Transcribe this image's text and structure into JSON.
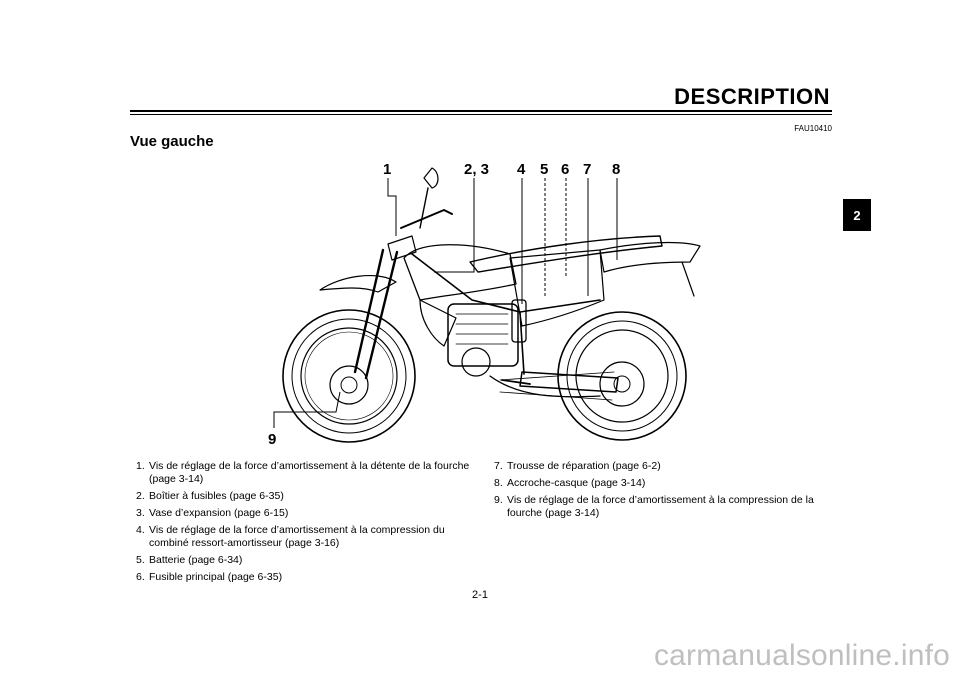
{
  "header": {
    "title": "DESCRIPTION"
  },
  "chapter_tab": "2",
  "ref_code": "FAU10410",
  "section_title": "Vue gauche",
  "callouts": {
    "c1": "1",
    "c23": "2, 3",
    "c4": "4",
    "c5": "5",
    "c6": "6",
    "c7": "7",
    "c8": "8",
    "c9": "9"
  },
  "legend_left": [
    {
      "num": "1.",
      "text": "Vis de réglage de la force d’amortissement à la détente de la fourche (page 3-14)"
    },
    {
      "num": "2.",
      "text": "Boîtier à fusibles (page 6-35)"
    },
    {
      "num": "3.",
      "text": "Vase d’expansion (page 6-15)"
    },
    {
      "num": "4.",
      "text": "Vis de réglage de la force d’amortissement à la compression du combiné ressort-amortisseur (page 3-16)"
    },
    {
      "num": "5.",
      "text": "Batterie (page 6-34)"
    },
    {
      "num": "6.",
      "text": "Fusible principal (page 6-35)"
    }
  ],
  "legend_right": [
    {
      "num": "7.",
      "text": "Trousse de réparation (page 6-2)"
    },
    {
      "num": "8.",
      "text": "Accroche-casque (page 3-14)"
    },
    {
      "num": "9.",
      "text": "Vis de réglage de la force d’amortissement à la compression de la fourche (page 3-14)"
    }
  ],
  "page_number": "2-1",
  "watermark": "carmanualsonline.info"
}
